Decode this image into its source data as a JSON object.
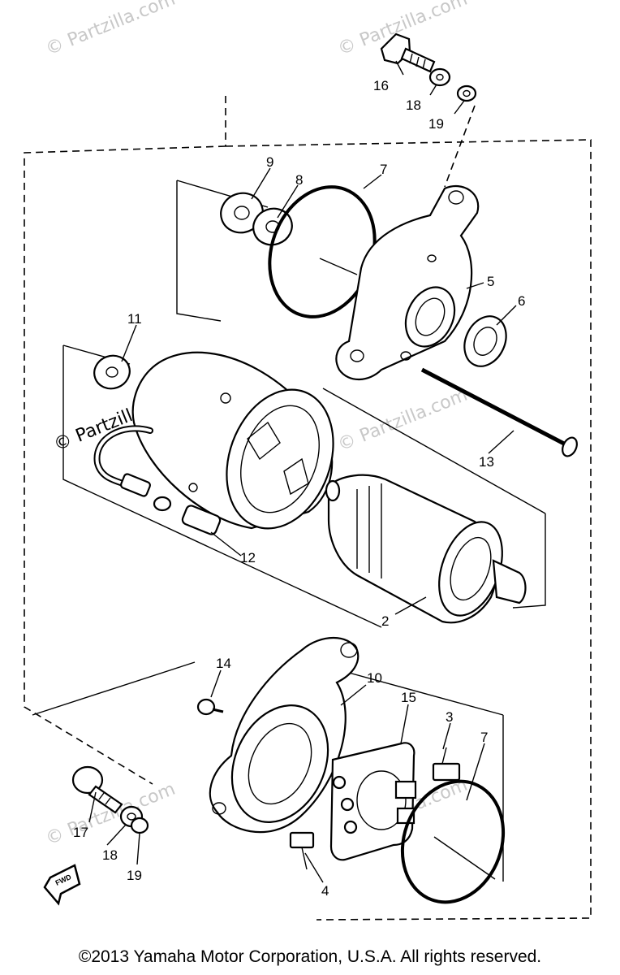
{
  "copyright": "©2013 Yamaha Motor Corporation, U.S.A. All rights reserved.",
  "watermark": "© Partzilla.com",
  "callouts": {
    "c16": "16",
    "c18a": "18",
    "c19a": "19",
    "c9": "9",
    "c8": "8",
    "c7a": "7",
    "c5": "5",
    "c6": "6",
    "c11": "11",
    "c13": "13",
    "c12": "12",
    "c2": "2",
    "c14": "14",
    "c10": "10",
    "c15": "15",
    "c3": "3",
    "c7b": "7",
    "c17": "17",
    "c18b": "18",
    "c19b": "19",
    "c4": "4",
    "fwd": "FWD"
  }
}
